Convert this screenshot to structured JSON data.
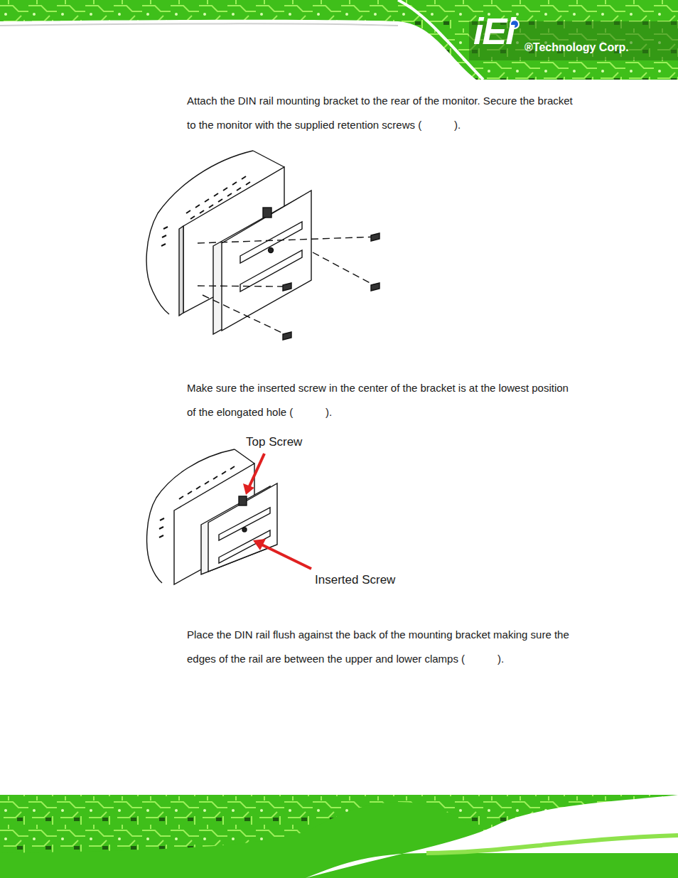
{
  "diagram": {
    "labels": [
      "iEi",
      "®Technology Corp.",
      "Attach the DIN rail mounting bracket to the rear of the monitor. Secure the bracket to the monitor with the supplied retention screws (           ).",
      "Make sure the inserted screw in the center of the bracket is at the lowest position of the elongated hole (           ).",
      "Top Screw",
      "Inserted Screw",
      "Place the DIN rail flush against the back of the mounting bracket making sure the edges of the rail are between the upper and lower clamps (           )."
    ]
  }
}
